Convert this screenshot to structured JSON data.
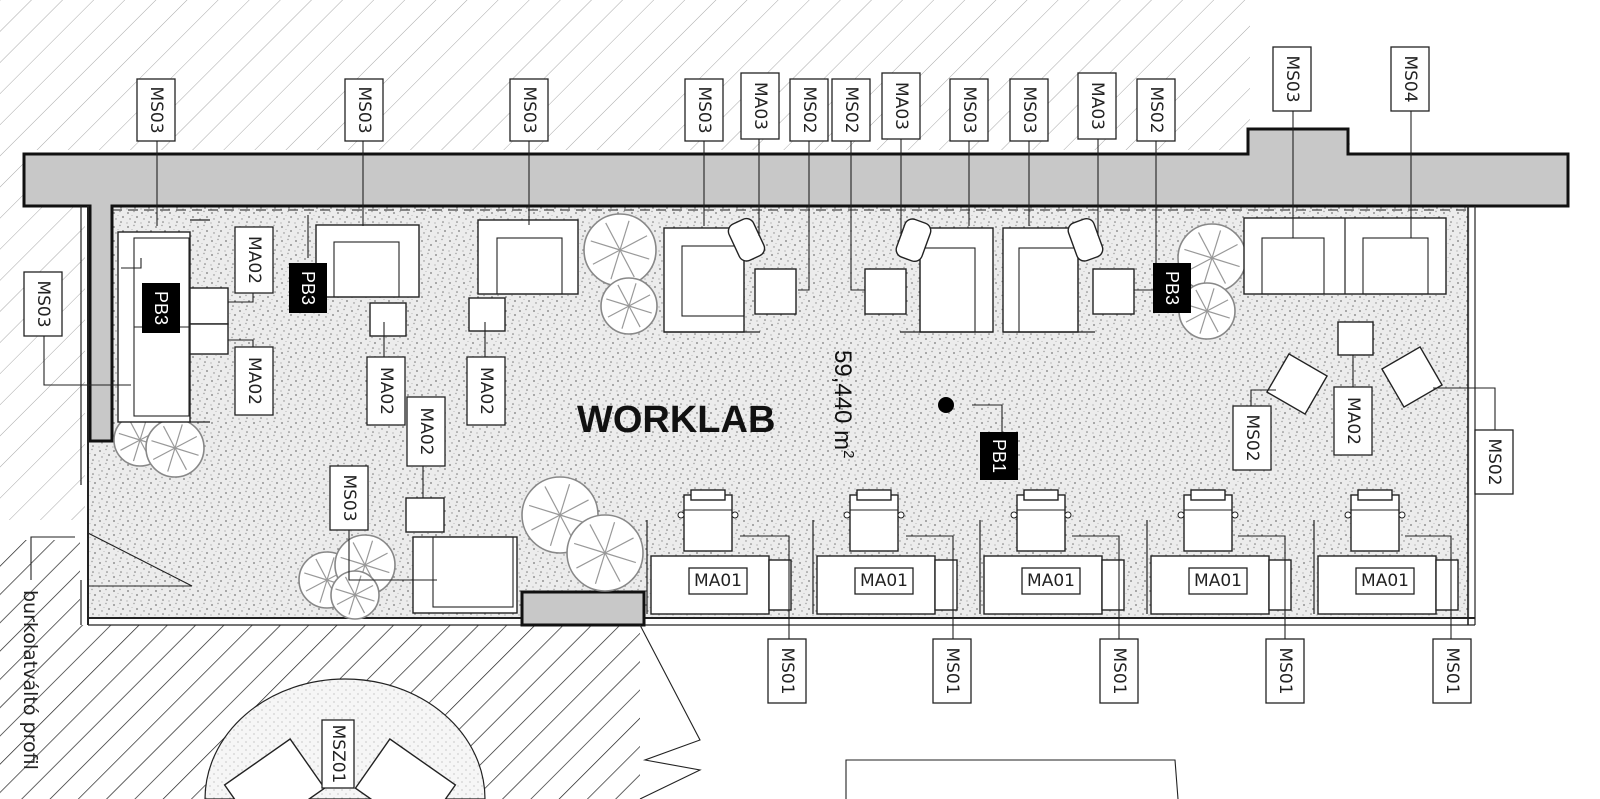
{
  "room": {
    "name": "WORKLAB",
    "area_number": "59,440 m",
    "area_unit_sup": "2"
  },
  "side_label": "burkolatváltó profil",
  "tags": {
    "ms03": "MS03",
    "ms04": "MS04",
    "ms02": "MS02",
    "ms01": "MS01",
    "ma03": "MA03",
    "ma02": "MA02",
    "ma01": "MA01",
    "msz01": "MSZ01",
    "pb3": "PB3",
    "pb1": "PB1"
  },
  "colors": {
    "wall_fill": "#c8c8c8",
    "floor_fill": "#e9e9e9",
    "hatch": "#9a9a9a",
    "ink": "#222222"
  }
}
